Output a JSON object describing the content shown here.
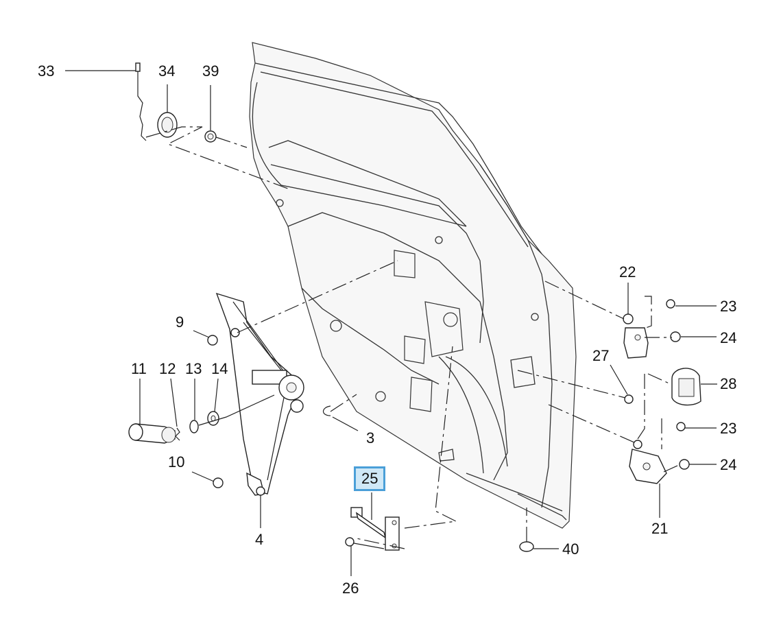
{
  "callouts": [
    {
      "id": "33",
      "label": "33"
    },
    {
      "id": "34",
      "label": "34"
    },
    {
      "id": "39",
      "label": "39"
    },
    {
      "id": "22",
      "label": "22"
    },
    {
      "id": "23a",
      "label": "23"
    },
    {
      "id": "24a",
      "label": "24"
    },
    {
      "id": "9",
      "label": "9"
    },
    {
      "id": "27",
      "label": "27"
    },
    {
      "id": "28",
      "label": "28"
    },
    {
      "id": "11",
      "label": "11"
    },
    {
      "id": "12",
      "label": "12"
    },
    {
      "id": "13",
      "label": "13"
    },
    {
      "id": "14",
      "label": "14"
    },
    {
      "id": "3",
      "label": "3"
    },
    {
      "id": "23b",
      "label": "23"
    },
    {
      "id": "24b",
      "label": "24"
    },
    {
      "id": "10",
      "label": "10"
    },
    {
      "id": "25",
      "label": "25",
      "highlighted": true
    },
    {
      "id": "21",
      "label": "21"
    },
    {
      "id": "4",
      "label": "4"
    },
    {
      "id": "40",
      "label": "40"
    },
    {
      "id": "26",
      "label": "26"
    }
  ],
  "colors": {
    "highlight_border": "#4a9fd8",
    "highlight_fill": "#cfe8f7",
    "line": "#222222"
  }
}
